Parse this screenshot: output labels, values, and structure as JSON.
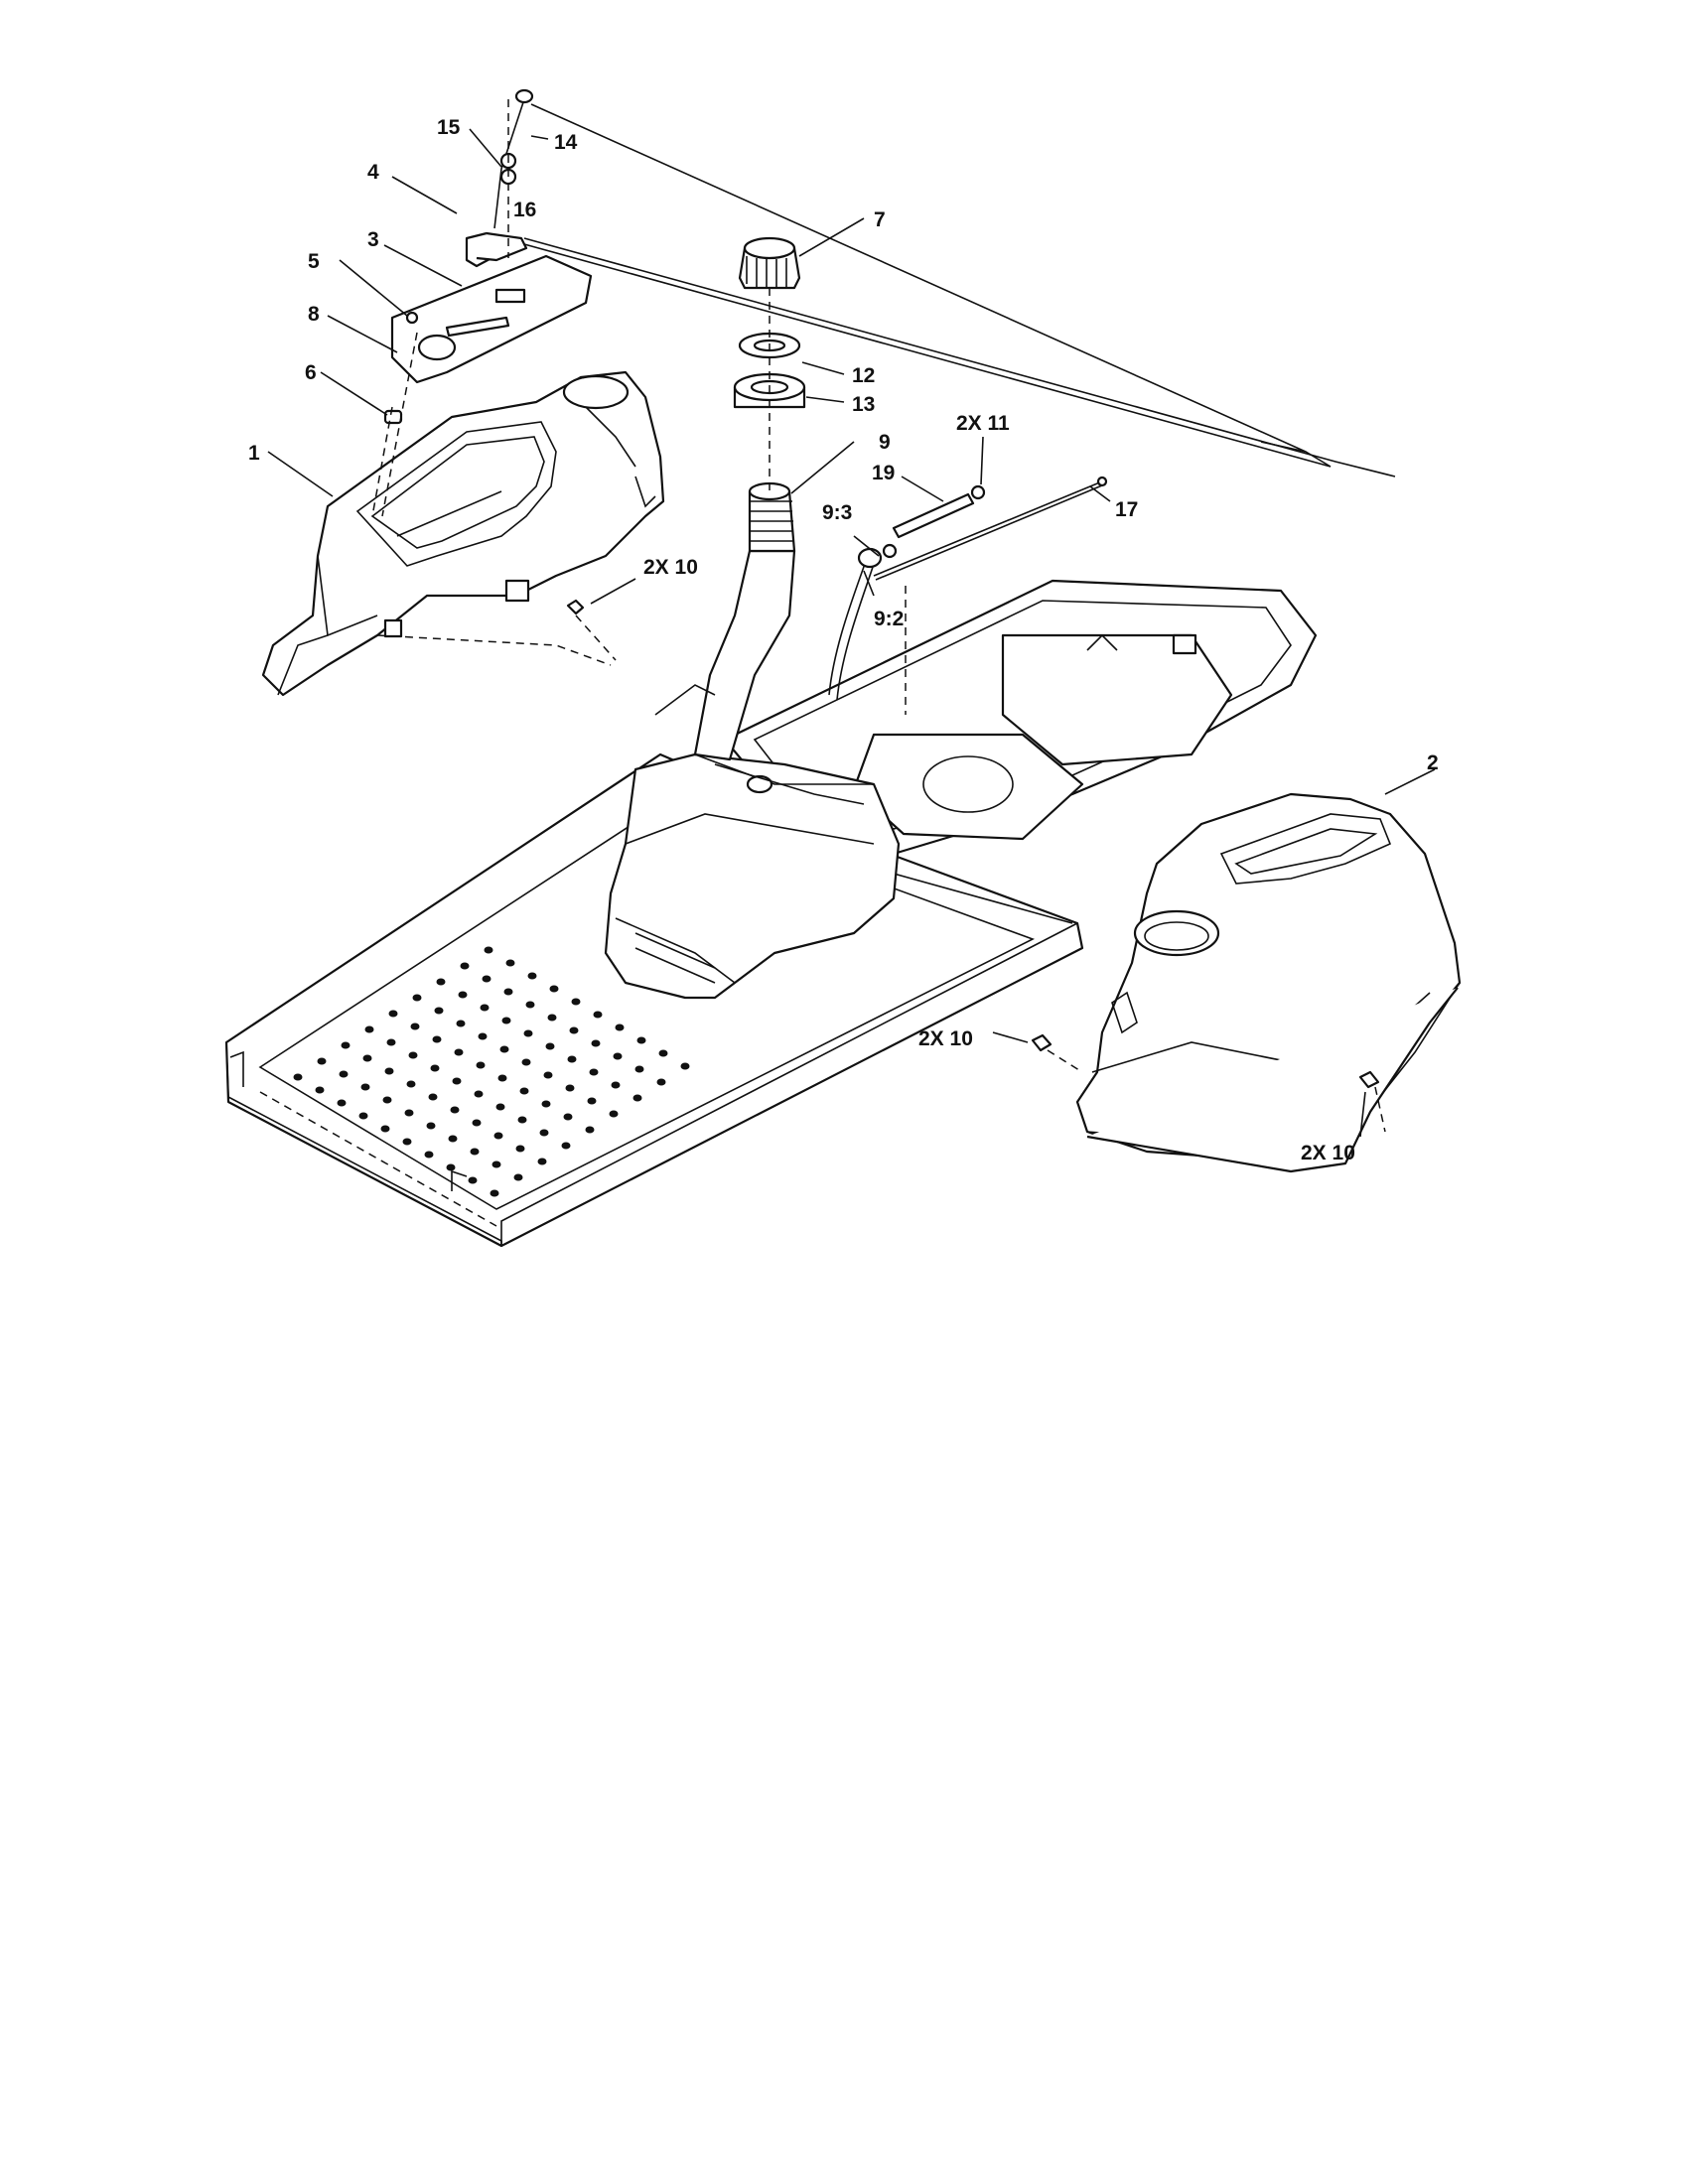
{
  "callouts": {
    "c1": "1",
    "c2": "2",
    "c3": "3",
    "c4": "4",
    "c5": "5",
    "c6": "6",
    "c7": "7",
    "c8": "8",
    "c9": "9",
    "c9_2": "9:2",
    "c9_3": "9:3",
    "c10_a": "2X 10",
    "c10_b": "2X 10",
    "c10_c": "2X 10",
    "c11": "2X 11",
    "c12": "12",
    "c13": "13",
    "c14": "14",
    "c15": "15",
    "c16": "16",
    "c17": "17",
    "c19": "19"
  }
}
